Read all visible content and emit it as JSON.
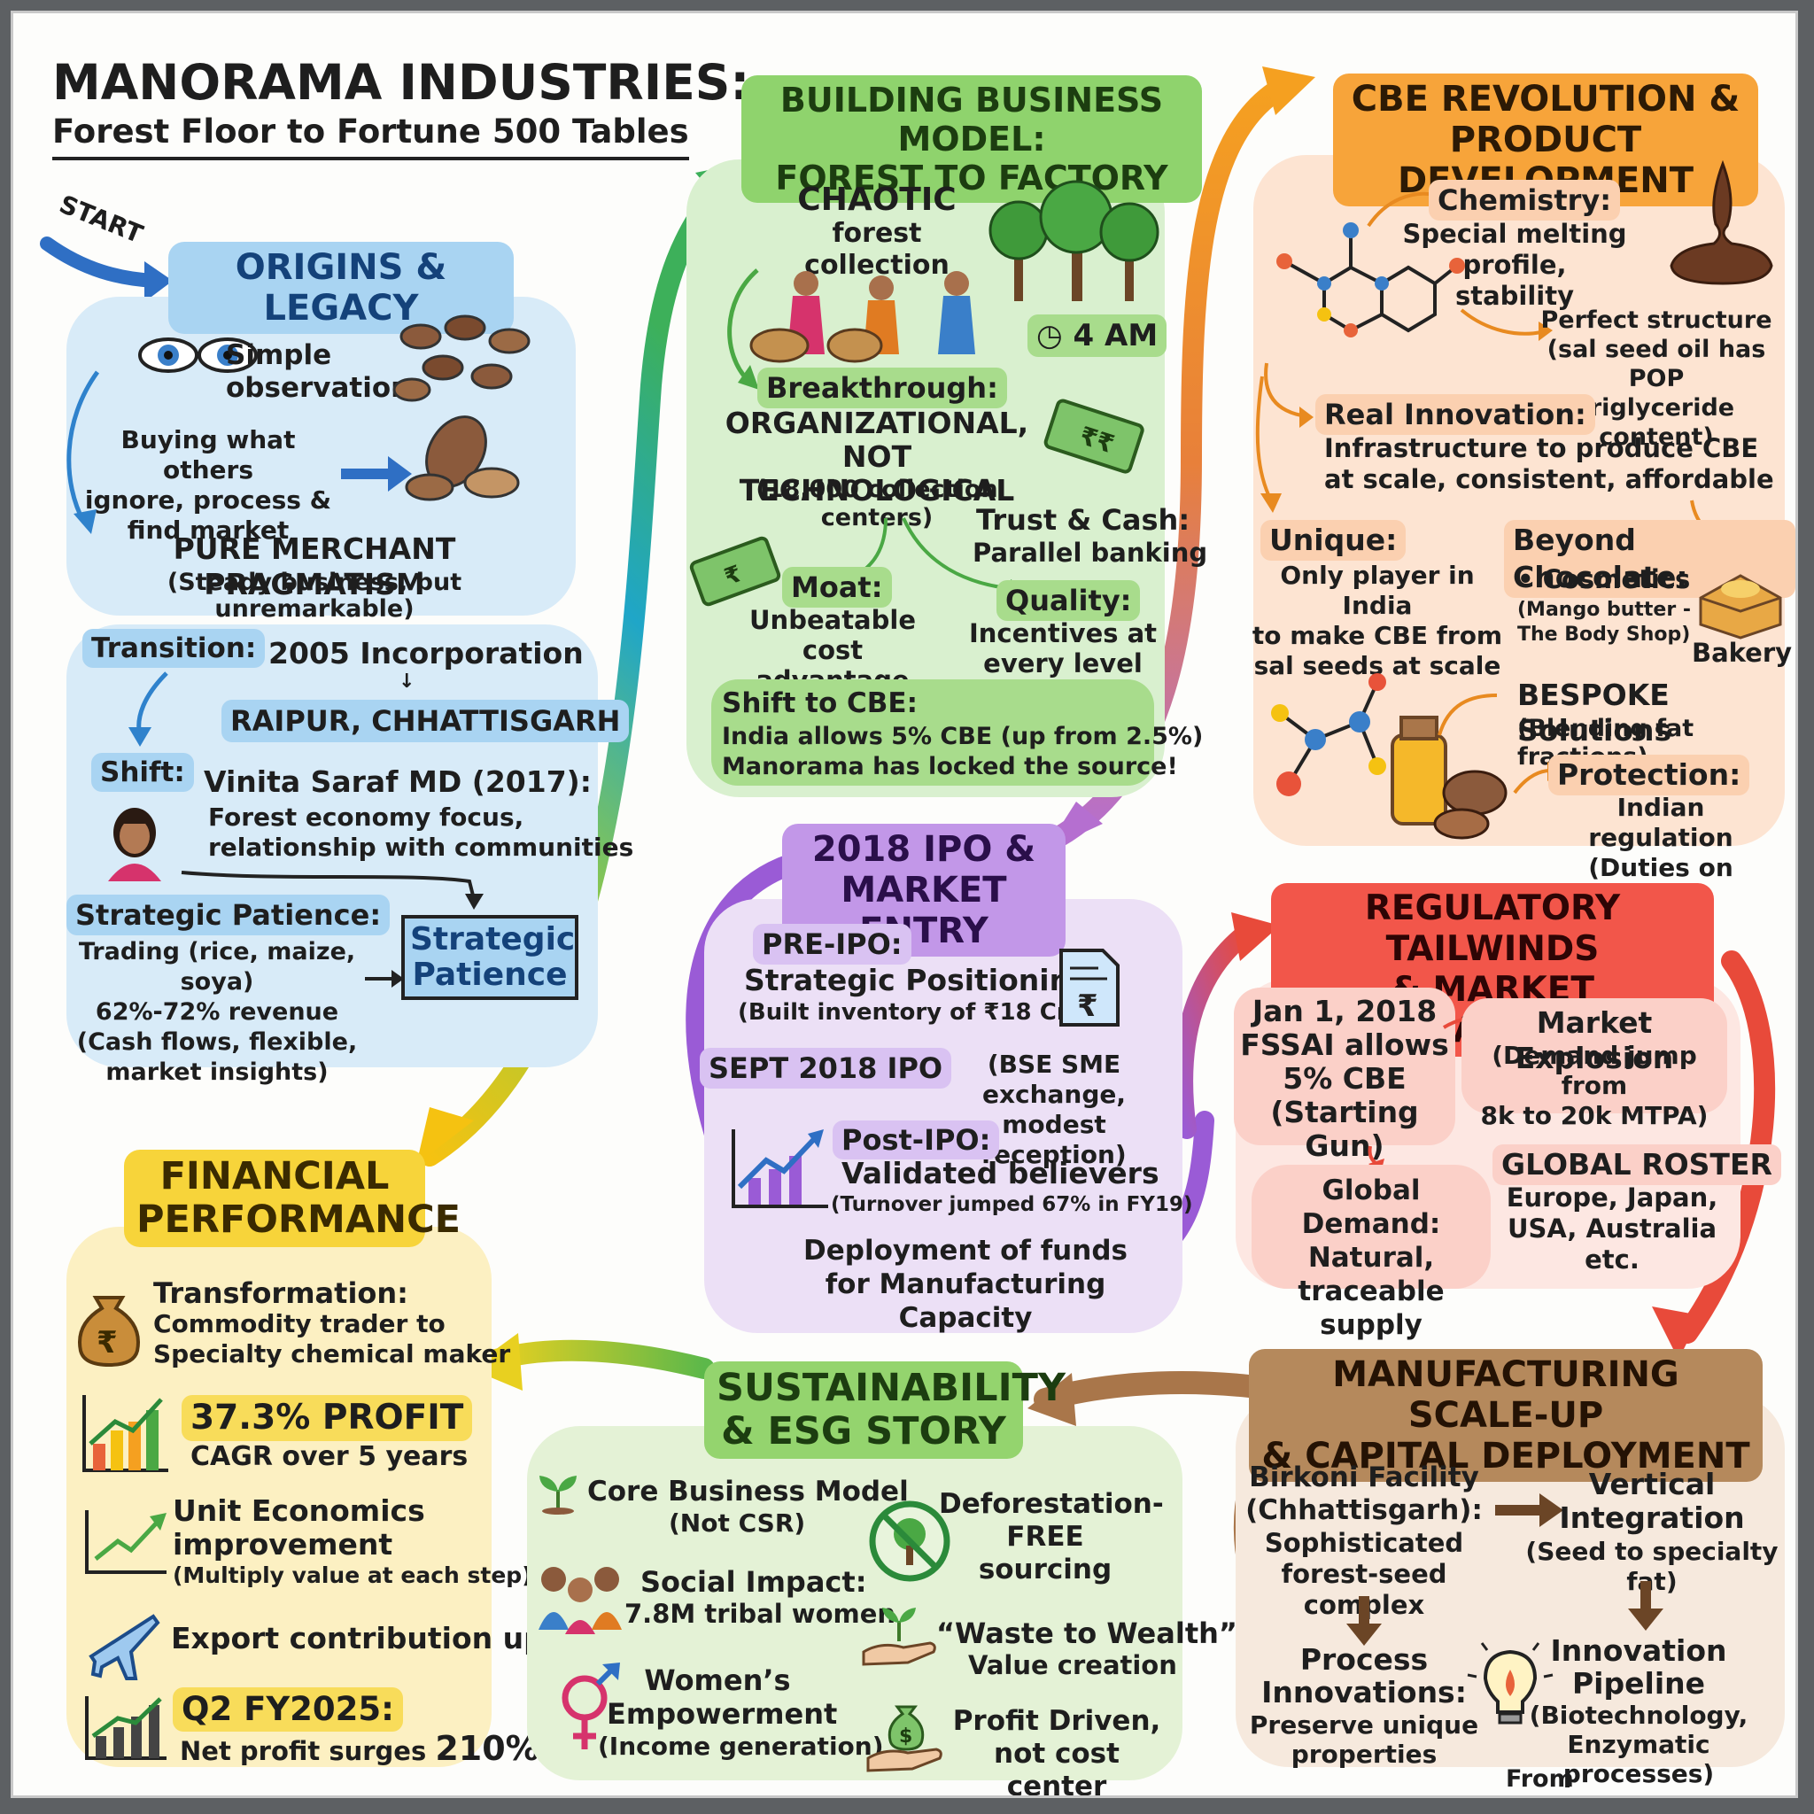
{
  "header": {
    "title": "MANORAMA INDUSTRIES:",
    "subtitle": "Forest Floor to Fortune 500 Tables",
    "start_label": "START"
  },
  "origins": {
    "title": "ORIGINS & LEGACY",
    "observation": "Simple\nobservation",
    "buying": "Buying what others\nignore, process &\nfind market",
    "pragmatism": "PURE MERCHANT PRAGMATISM",
    "pragmatism_sub": "(Steady business, but unremarkable)",
    "transition_label": "Transition:",
    "incorporation": "2005 Incorporation",
    "location": "RAIPUR, CHHATTISGARH",
    "shift_label": "Shift:",
    "vinita": "Vinita Saraf MD (2017):",
    "vinita_sub": "Forest economy focus,\nrelationship with communities",
    "patience_label": "Strategic Patience:",
    "patience_text": "Trading (rice, maize, soya)\n62%-72% revenue\n(Cash flows, flexible,\nmarket insights)",
    "patience_box": "Strategic\nPatience"
  },
  "business_model": {
    "title": "BUILDING BUSINESS MODEL:\nFOREST TO FACTORY",
    "chaotic": "CHAOTIC",
    "chaotic_sub": "forest collection",
    "time": "4 AM",
    "breakthrough": "Breakthrough:",
    "breakthrough_main": "ORGANIZATIONAL,\nNOT TECHNOLOGICAL",
    "breakthrough_sub": "(18,000 collection centers)",
    "trust": "Trust & Cash:",
    "trust_sub": "Parallel banking",
    "moat": "Moat:",
    "moat_sub": "Unbeatable\ncost advantage",
    "quality": "Quality:",
    "quality_sub": "Incentives at\nevery level",
    "shift_cbe": "Shift to CBE:",
    "shift_cbe_sub": "India allows 5% CBE (up from 2.5%)\nManorama has locked the source!"
  },
  "cbe": {
    "title": "CBE REVOLUTION &\nPRODUCT DEVELOPMENT",
    "chemistry": "Chemistry:",
    "chemistry_sub": "Special melting profile,\nstability",
    "structure": "Perfect structure\n(sal seed oil has POP\ntriglyceride content)",
    "innovation": "Real Innovation:",
    "innovation_sub": "Infrastructure to produce CBE\nat scale, consistent, affordable",
    "unique": "Unique:",
    "unique_sub": "Only player in India\nto make CBE from\nsal seeds at scale",
    "beyond": "Beyond Chocolate:",
    "cosmetics": "• Cosmetics",
    "cosmetics_sub": "(Mango butter -\nThe Body Shop)",
    "bakery": "Bakery",
    "bespoke": "BESPOKE Solutions",
    "bespoke_sub": "(Blending fat fractions)",
    "protection": "Protection:",
    "protection_sub": "Indian regulation\n(Duties on shea)"
  },
  "ipo": {
    "title": "2018 IPO &\nMARKET ENTRY",
    "pre": "PRE-IPO:",
    "pre_main": "Strategic Positioning",
    "pre_sub": "(Built inventory of ₹18 Cr)",
    "sept": "SEPT 2018 IPO",
    "sept_sub": "(BSE SME exchange,\nmodest reception)",
    "post": "Post-IPO:",
    "post_main": "Validated believers",
    "post_sub": "(Turnover jumped 67% in FY19)",
    "deploy": "Deployment of funds\nfor Manufacturing\nCapacity"
  },
  "regulatory": {
    "title": "REGULATORY TAILWINDS\n& MARKET EXPANSION",
    "jan": "Jan 1, 2018\nFSSAI allows\n5% CBE\n(Starting Gun)",
    "explosion": "Market Explosion",
    "explosion_sub": "(Demand jump from\n8k to 20k MTPA)",
    "global_demand": "Global Demand:\nNatural, traceable\nsupply",
    "roster": "GLOBAL ROSTER",
    "roster_sub": "Europe, Japan,\nUSA, Australia etc."
  },
  "financial": {
    "title": "FINANCIAL\nPERFORMANCE",
    "transformation": "Transformation:",
    "transformation_sub": "Commodity trader to\nSpecialty chemical maker",
    "profit": "37.3% PROFIT",
    "profit_sub": "CAGR over 5 years",
    "unit": "Unit Economics\nimprovement",
    "unit_sub": "(Multiply value at each step)",
    "export": "Export contribution up",
    "q2": "Q2 FY2025:",
    "q2_sub": "Net profit surges",
    "q2_value": "210%"
  },
  "sustainability": {
    "title": "SUSTAINABILITY\n& ESG STORY",
    "core": "Core Business Model",
    "core_sub": "(Not CSR)",
    "deforest": "Deforestation-\nFREE\nsourcing",
    "social": "Social Impact:",
    "social_sub": "7.8M tribal women",
    "waste": "“Waste to Wealth”",
    "waste_sub": "Value creation",
    "women": "Women’s\nEmpowerment",
    "women_sub": "(Income generation)",
    "profit": "Profit Driven,\nnot cost center"
  },
  "manufacturing": {
    "title": "MANUFACTURING SCALE-UP\n& CAPITAL DEPLOYMENT",
    "birkoni": "Birkoni Facility\n(Chhattisgarh):",
    "birkoni_sub": "Sophisticated\nforest-seed complex",
    "vertical": "Vertical\nIntegration",
    "vertical_sub": "(Seed to specialty fat)",
    "process": "Process\nInnovations:",
    "process_sub": "Preserve unique\nproperties",
    "pipeline": "Innovation\nPipeline",
    "pipeline_sub": "(Biotechnology,\nEnzymatic processes)"
  },
  "footer": {
    "source": "From https://empor.top"
  }
}
